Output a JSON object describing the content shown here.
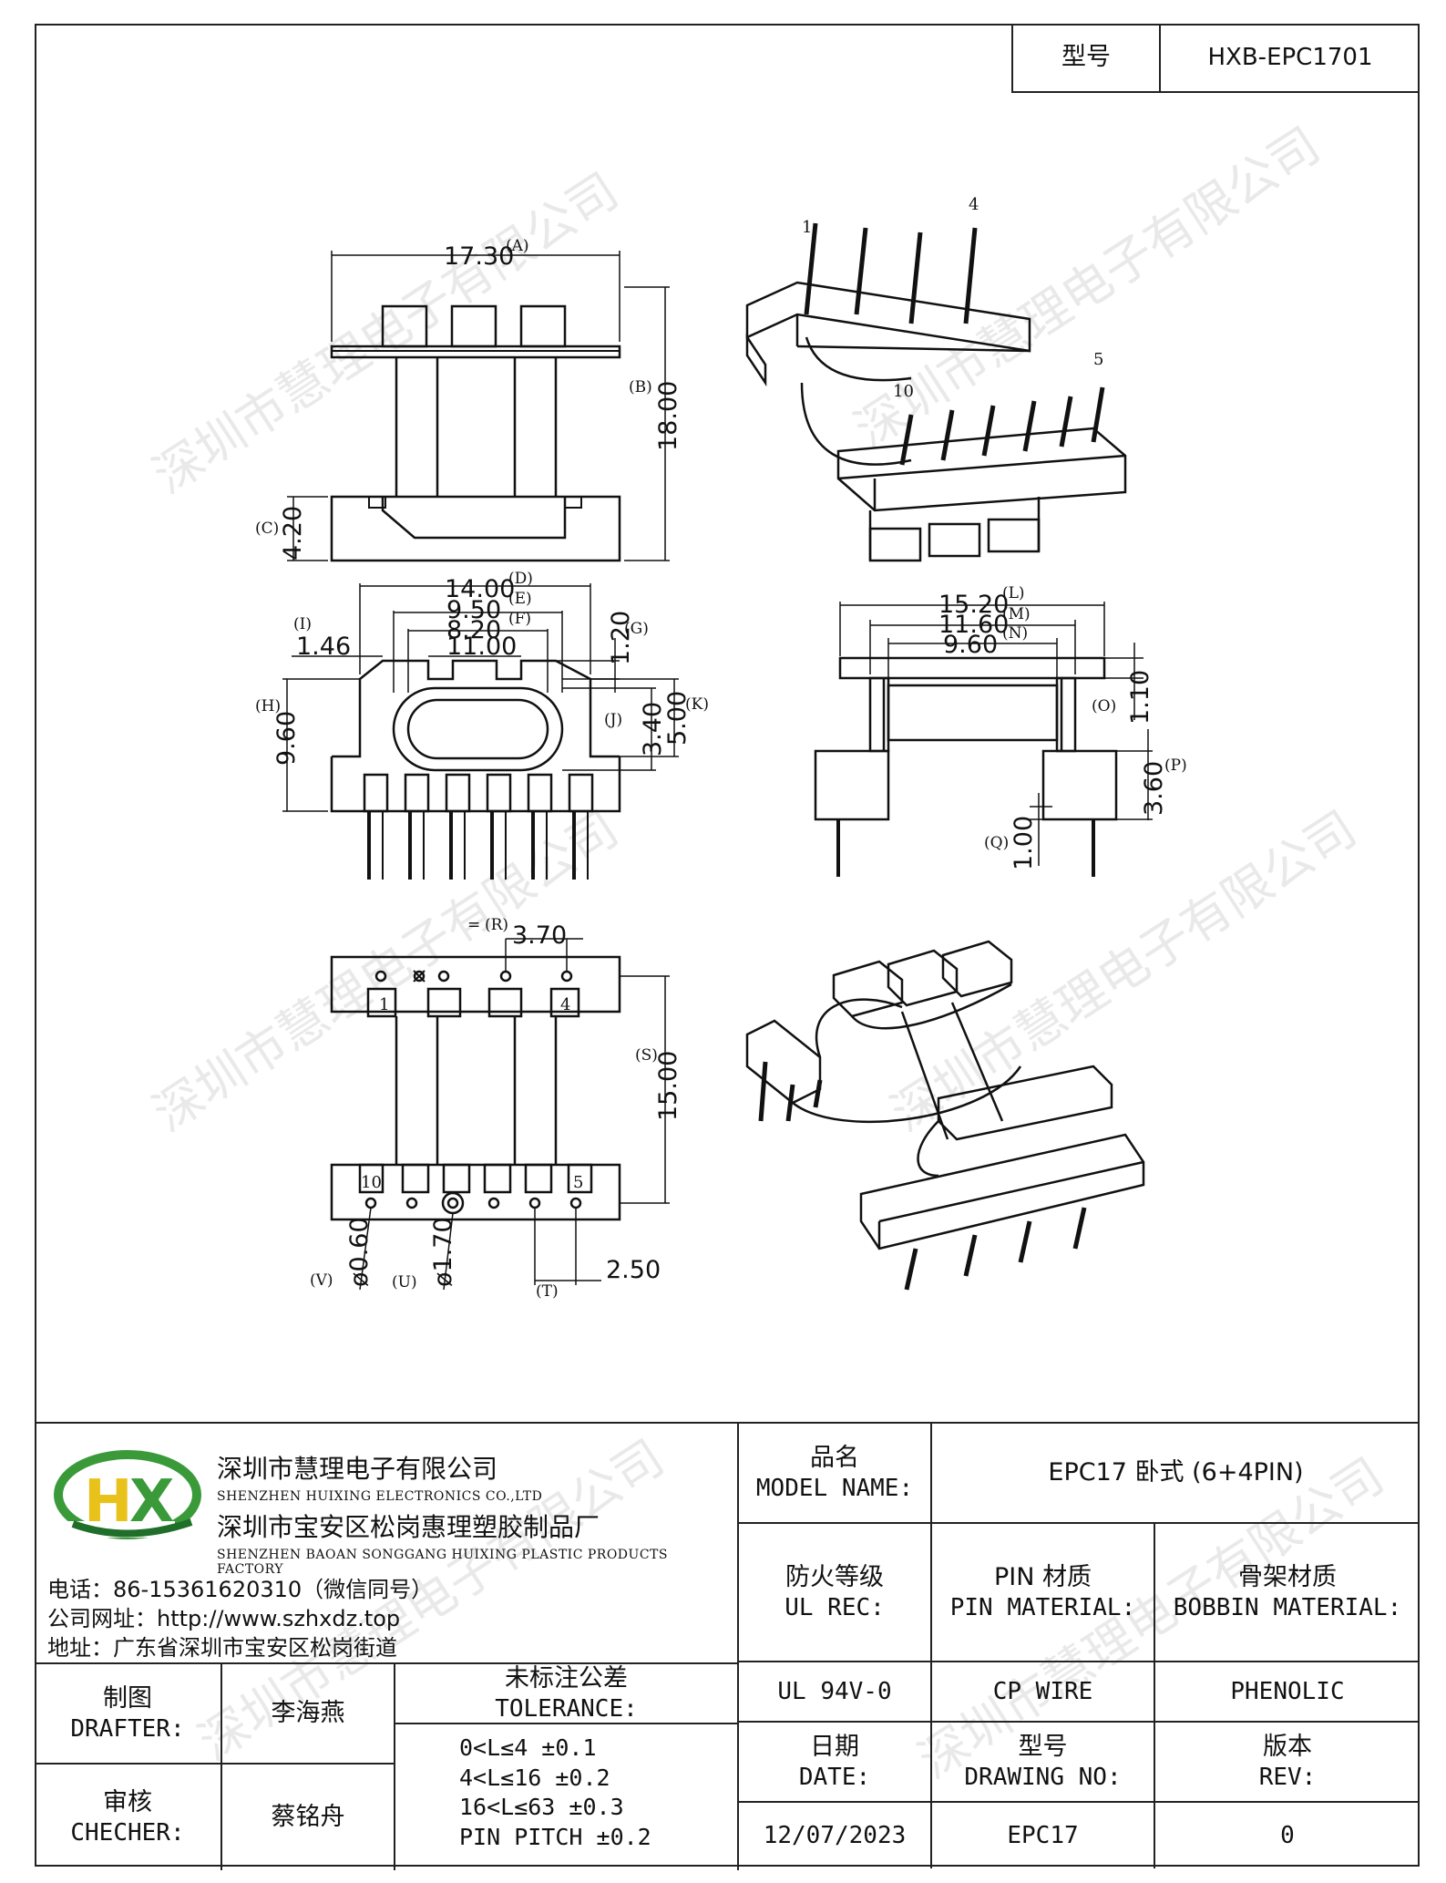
{
  "header": {
    "model_label": "型号",
    "model_value": "HXB-EPC1701"
  },
  "watermark": "深圳市慧理电子有限公司",
  "dimensions": {
    "top": {
      "width": "17.30",
      "width_tag": "(A)",
      "height": "18.00",
      "height_tag": "(B)",
      "base": "4.20",
      "base_tag": "(C)"
    },
    "front": {
      "d": "14.00",
      "d_tag": "(D)",
      "e": "9.50",
      "e_tag": "(E)",
      "f": "8.20",
      "f_tag": "(F)",
      "i": "1.46",
      "i_tag": "(I)",
      "g": "1.20",
      "g_tag": "(G)",
      "slot": "11.00",
      "h": "9.60",
      "h_tag": "(H)",
      "j": "3.40",
      "j_tag": "(J)",
      "k": "5.00",
      "k_tag": "(K)"
    },
    "side": {
      "l": "15.20",
      "l_tag": "(L)",
      "m": "11.60",
      "m_tag": "(M)",
      "n": "9.60",
      "n_tag": "(N)",
      "o": "1.10",
      "o_tag": "(O)",
      "p": "3.60",
      "p_tag": "(P)",
      "q": "1.00",
      "q_tag": "(Q)"
    },
    "bottom": {
      "r": "3.70",
      "r_tag": "(R)",
      "r_mark": "=",
      "s": "15.00",
      "s_tag": "(S)",
      "t": "2.50",
      "t_tag": "(T)",
      "u": "ø1.70",
      "u_tag": "(U)",
      "v": "ø0.60",
      "v_tag": "(V)"
    }
  },
  "pin_labels": {
    "p1": "1",
    "p4": "4",
    "p5": "5",
    "p10": "10"
  },
  "company": {
    "name_cn": "深圳市慧理电子有限公司",
    "name_en": "SHENZHEN HUIXING ELECTRONICS CO.,LTD",
    "factory_cn": "深圳市宝安区松岗惠理塑胶制品厂",
    "factory_en": "SHENZHEN BAOAN SONGGANG HUIXING PLASTIC PRODUCTS FACTORY",
    "phone": "电话：86-15361620310（微信同号）",
    "website": "公司网址：http://www.szhxdz.top",
    "address": "地址：广东省深圳市宝安区松岗街道",
    "logo_text": "HX",
    "logo_colors": {
      "green": "#3a9a3a",
      "yellow": "#e8c21a",
      "dark": "#1f6f2a"
    }
  },
  "title_block": {
    "model_name_cn": "品名",
    "model_name_en": "MODEL NAME:",
    "model_name_value": "EPC17 卧式 (6+4PIN)",
    "ul_cn": "防火等级",
    "ul_en": "UL REC:",
    "ul_value": "UL 94V-0",
    "pin_cn": "PIN 材质",
    "pin_en": "PIN MATERIAL:",
    "pin_value": "CP WIRE",
    "bobbin_cn": "骨架材质",
    "bobbin_en": "BOBBIN MATERIAL:",
    "bobbin_value": "PHENOLIC",
    "drafter_cn": "制图",
    "drafter_en": "DRAFTER:",
    "drafter_value": "李海燕",
    "checker_cn": "审核",
    "checker_en": "CHECHER:",
    "checker_value": "蔡铭舟",
    "tol_cn": "未标注公差",
    "tol_en": "TOLERANCE:",
    "tol_lines": [
      "0<L≤4  ±0.1",
      "4<L≤16 ±0.2",
      "16<L≤63 ±0.3",
      "PIN PITCH ±0.2"
    ],
    "date_cn": "日期",
    "date_en": "DATE:",
    "date_value": "12/07/2023",
    "drawing_cn": "型号",
    "drawing_en": "DRAWING NO:",
    "drawing_value": "EPC17",
    "rev_cn": "版本",
    "rev_en": "REV:",
    "rev_value": "0"
  }
}
